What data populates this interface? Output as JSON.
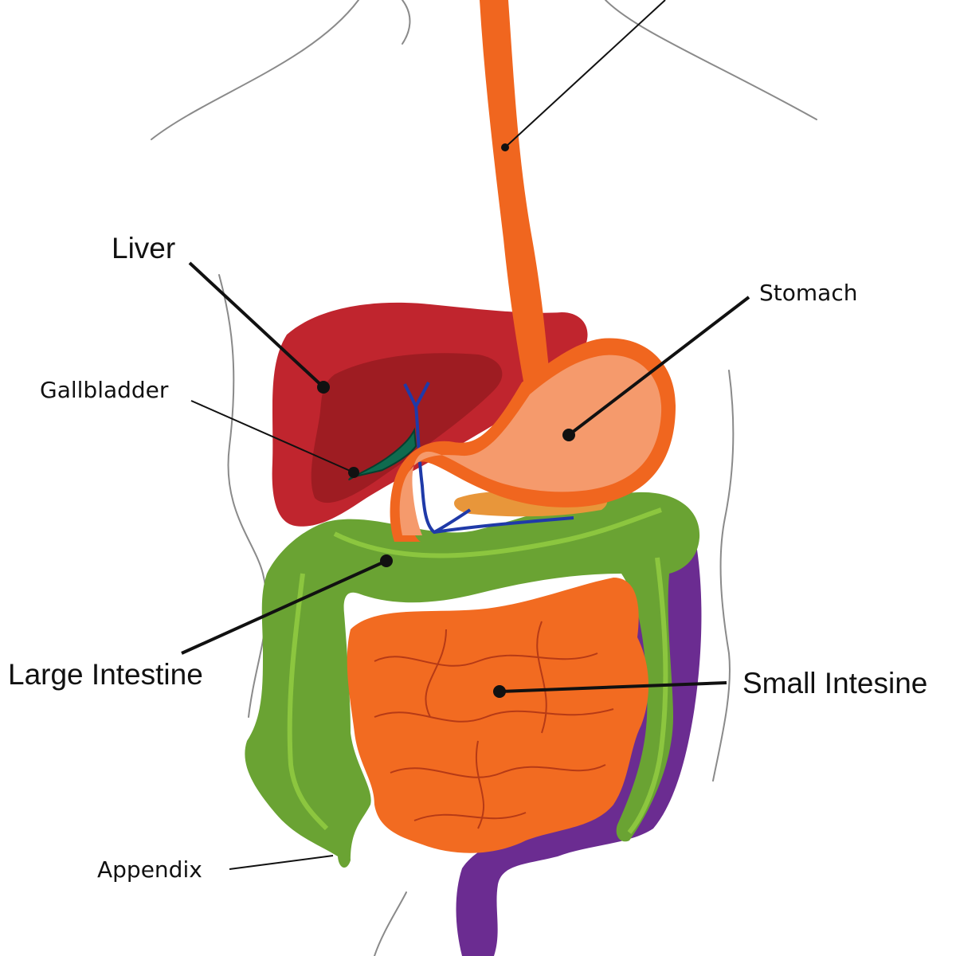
{
  "labels": {
    "liver": "Liver",
    "gallbladder": "Gallbladder",
    "stomach": "Stomach",
    "large_intestine": "Large Intestine",
    "small_intestine": "Small Intesine",
    "appendix": "Appendix"
  },
  "colors": {
    "esophagus": "#f0661f",
    "liver": "#c0252e",
    "liver_shade": "#9e1c22",
    "gallbladder": "#0f6b4f",
    "bile_duct": "#1f3aa8",
    "stomach_wall": "#f0661f",
    "stomach_inner": "#f59a6c",
    "pancreas": "#e8963a",
    "large_intestine": "#6aa333",
    "large_intestine_light": "#8cc63f",
    "small_intestine": "#f26b21",
    "rectum": "#6b2c91",
    "body_outline": "#8a8a8a"
  }
}
